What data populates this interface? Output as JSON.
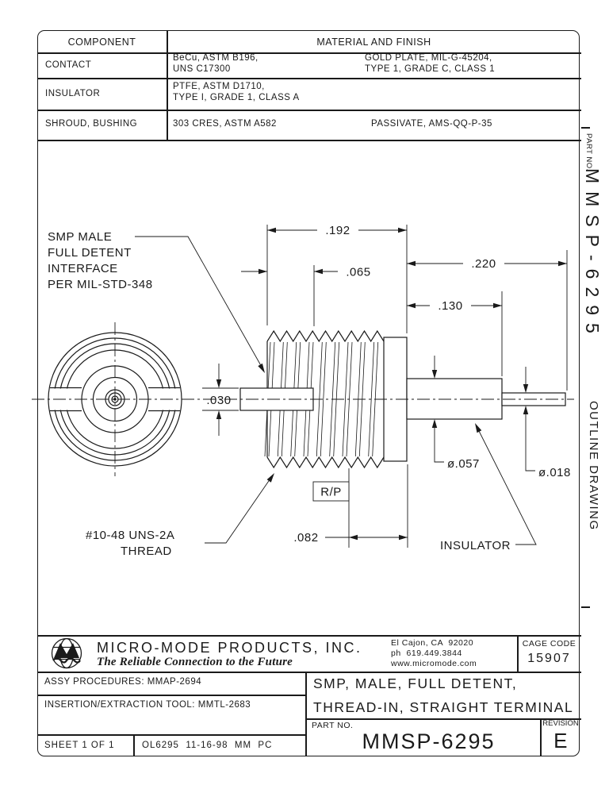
{
  "materials_table": {
    "col1_header": "COMPONENT",
    "col2_header": "MATERIAL AND FINISH",
    "rows": [
      {
        "component": "CONTACT",
        "material_line1": "BeCu, ASTM B196,",
        "material_line2": "UNS C17300",
        "finish_line1": "GOLD PLATE, MIL-G-45204,",
        "finish_line2": "TYPE 1, GRADE C, CLASS 1"
      },
      {
        "component": "INSULATOR",
        "material_line1": "PTFE, ASTM D1710,",
        "material_line2": "TYPE I, GRADE 1, CLASS A",
        "finish_line1": "",
        "finish_line2": ""
      },
      {
        "component": "SHROUD, BUSHING",
        "material_line1": "303 CRES, ASTM A582",
        "material_line2": "",
        "finish_line1": "PASSIVATE, AMS-QQ-P-35",
        "finish_line2": ""
      }
    ]
  },
  "side_strip": {
    "part_no_label": "PART NO.",
    "part_no": "MMSP-6295",
    "drawing_type": "OUTLINE DRAWING"
  },
  "drawing": {
    "labels": {
      "interface_line1": "SMP MALE",
      "interface_line2": "FULL DETENT",
      "interface_line3": "INTERFACE",
      "interface_line4": "PER MIL-STD-348",
      "thread_line1": "#10-48 UNS-2A",
      "thread_line2": "THREAD",
      "insulator": "INSULATOR",
      "reference_plane": "R/P"
    },
    "dimensions": {
      "pin_dia_interface": ".030",
      "thread_length": ".192",
      "thread_offset": ".065",
      "body_length": ".220",
      "shroud_length": ".130",
      "rp_offset": ".082",
      "insulator_dia": "ø.057",
      "terminal_pin_dia": "ø.018"
    }
  },
  "title_block": {
    "company": "MICRO-MODE PRODUCTS, INC.",
    "tagline": "The Reliable Connection to the Future",
    "address_line1": "El Cajon, CA  92020",
    "address_line2": "ph  619.449.3844",
    "address_line3": "www.micromode.com",
    "cage_code_label": "CAGE CODE",
    "cage_code": "15907",
    "assy_procedures": "ASSY PROCEDURES: MMAP-2694",
    "insertion_tool": "INSERTION/EXTRACTION TOOL: MMTL-2683",
    "sheet": "SHEET 1 OF 1",
    "doc_ref": "OL6295  11-16-98  MM  PC",
    "title_line1": "SMP, MALE, FULL DETENT,",
    "title_line2": "THREAD-IN, STRAIGHT TERMINAL",
    "part_no_label": "PART NO.",
    "part_no": "MMSP-6295",
    "revision_label": "REVISION",
    "revision": "E"
  }
}
